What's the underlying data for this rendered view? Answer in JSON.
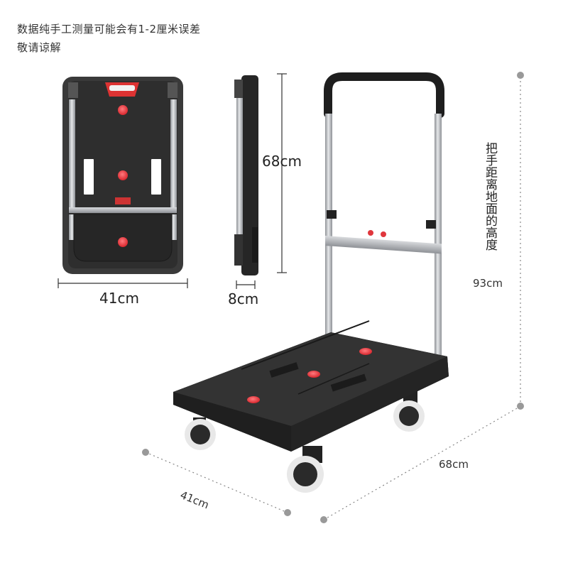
{
  "note": {
    "line1": "数据纯手工测量可能会有1-2厘米误差",
    "line2": "敬请谅解"
  },
  "folded_view": {
    "width_label": "41cm",
    "height_label": "68cm",
    "thickness_label": "8cm"
  },
  "trolley_view": {
    "handle_height_label": "把手距离地面的高度",
    "handle_height_value": "93cm",
    "length_label": "68cm",
    "width_label": "41cm"
  },
  "colors": {
    "deck": "#2b2b2b",
    "frame": "#b9bcc0",
    "accent_red": "#e0363c",
    "wheel": "#e8e8e8"
  }
}
